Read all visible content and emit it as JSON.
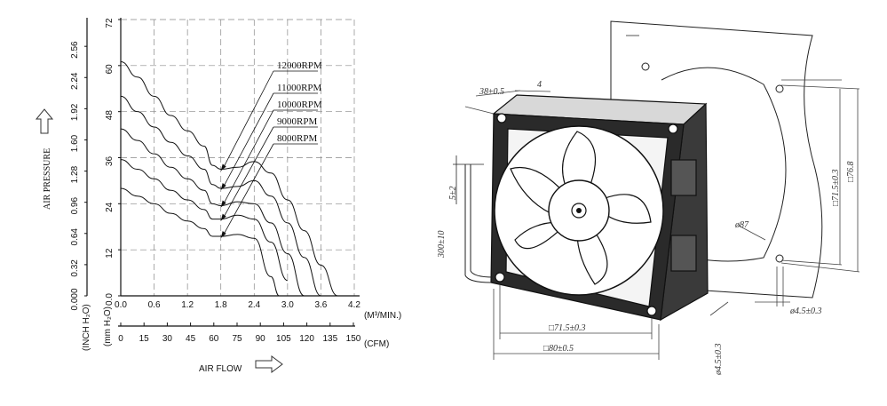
{
  "chart_data": {
    "type": "line",
    "xlabel": "(M³/MIN.)",
    "x_ticks": [
      "0.0",
      "0.6",
      "1.2",
      "1.8",
      "2.4",
      "3.0",
      "3.6",
      "4.2"
    ],
    "cfm_ticks": [
      "0",
      "15",
      "30",
      "45",
      "60",
      "75",
      "90",
      "105",
      "120",
      "135",
      "150"
    ],
    "cfm_unit": "(CFM)",
    "airflow_label": "AIR FLOW",
    "ylabel": "AIR PRESSURE",
    "y_mm_ticks": [
      "0.0",
      "12",
      "24",
      "36",
      "48",
      "60",
      "72"
    ],
    "y_inch_ticks": [
      "0.000",
      "0.32",
      "0.64",
      "0.96",
      "1.28",
      "1.60",
      "1.92",
      "2.24",
      "2.56"
    ],
    "y_mm_unit": "(mm H₂O)",
    "y_inch_unit": "(INCH H₂O)",
    "xlim": [
      0,
      4.2
    ],
    "ylim": [
      0,
      72
    ],
    "grid": true,
    "series": [
      {
        "name": "12000RPM",
        "x": [
          0.0,
          0.3,
          0.6,
          0.9,
          1.2,
          1.5,
          1.65,
          1.8,
          2.1,
          2.4,
          2.7,
          3.0,
          3.3,
          3.6,
          3.9
        ],
        "y": [
          61,
          57,
          52,
          47,
          43,
          39,
          34,
          33,
          33.5,
          35,
          32,
          25,
          17,
          8,
          0
        ]
      },
      {
        "name": "11000RPM",
        "x": [
          0.0,
          0.3,
          0.6,
          0.9,
          1.2,
          1.5,
          1.65,
          1.8,
          2.1,
          2.4,
          2.7,
          3.0,
          3.3,
          3.6
        ],
        "y": [
          52,
          48,
          44,
          40,
          36.5,
          33,
          29,
          28,
          28.5,
          30,
          26,
          19,
          10,
          0
        ]
      },
      {
        "name": "10000RPM",
        "x": [
          0.0,
          0.3,
          0.6,
          0.9,
          1.2,
          1.5,
          1.65,
          1.8,
          2.1,
          2.4,
          2.7,
          3.0,
          3.3
        ],
        "y": [
          43.5,
          40.5,
          37,
          33.5,
          30.5,
          27.5,
          24,
          23.5,
          24.5,
          24,
          19,
          11,
          0
        ]
      },
      {
        "name": "9000RPM",
        "x": [
          0.0,
          0.3,
          0.6,
          0.9,
          1.2,
          1.5,
          1.65,
          1.8,
          2.1,
          2.4,
          2.7,
          3.0
        ],
        "y": [
          35.5,
          33,
          30.5,
          27.5,
          25,
          22.5,
          20,
          20,
          21,
          20,
          14,
          4
        ]
      },
      {
        "name": "8000RPM",
        "x": [
          0.0,
          0.3,
          0.6,
          0.9,
          1.2,
          1.5,
          1.65,
          1.8,
          2.1,
          2.4,
          2.7,
          2.85
        ],
        "y": [
          28,
          26,
          24,
          21.5,
          19.5,
          17.5,
          15.5,
          15.5,
          16,
          15,
          5,
          0
        ]
      }
    ]
  },
  "drawing": {
    "dims": {
      "top_width": "38±0.5",
      "top_small": "4",
      "wire_short": "5±2",
      "wire_long": "300±10",
      "hole_pitch_bottom": "□71.5±0.3",
      "frame_width": "□80±0.5",
      "hole_dia_bottom": "ø4.5±0.3",
      "panel_hole_pitch": "□71.5±0.3",
      "panel_cut": "□76.8",
      "panel_cutout": "ø87",
      "panel_hole": "ø4.5±0.3"
    }
  }
}
